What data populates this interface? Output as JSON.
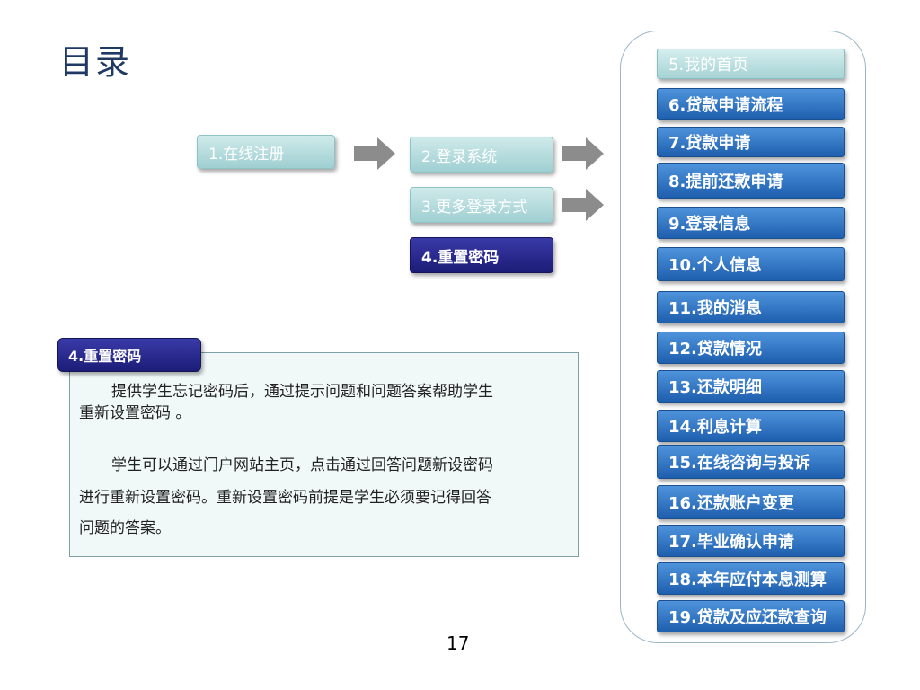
{
  "title": "目录",
  "flow": {
    "step1": "1.在线注册",
    "step2": "2.登录系统",
    "step3": "3.更多登录方式",
    "step4": "4.重置密码"
  },
  "nav": [
    "5.我的首页",
    "6.贷款申请流程",
    "7.贷款申请",
    "8.提前还款申请",
    "9.登录信息",
    "10.个人信息",
    "11.我的消息",
    "12.贷款情况",
    "13.还款明细",
    "14.利息计算",
    "15.在线咨询与投诉",
    "16.还款账户变更",
    "17.毕业确认申请",
    "18.本年应付本息测算",
    "19.贷款及应还款查询"
  ],
  "description": {
    "tab": "4.重置密码",
    "para1_line1": "提供学生忘记密码后，通过提示问题和问题答案帮助学生",
    "para1_line2": "重新设置密码 。",
    "para2_line1": "学生可以通过门户网站主页，点击通过回答问题新设密码",
    "para2_line2": "进行重新设置密码。重新设置密码前提是学生必须要记得回答",
    "para2_line3": "问题的答案。"
  },
  "page_number": "17",
  "colors": {
    "title": "#1f3864",
    "nav_blue": "#2e72c4",
    "flow_light": "#b6dfe0",
    "navy": "#1c1c78",
    "arrow": "#8c8c8c"
  },
  "icons": {
    "flow_arrow": "right-arrow-icon"
  }
}
